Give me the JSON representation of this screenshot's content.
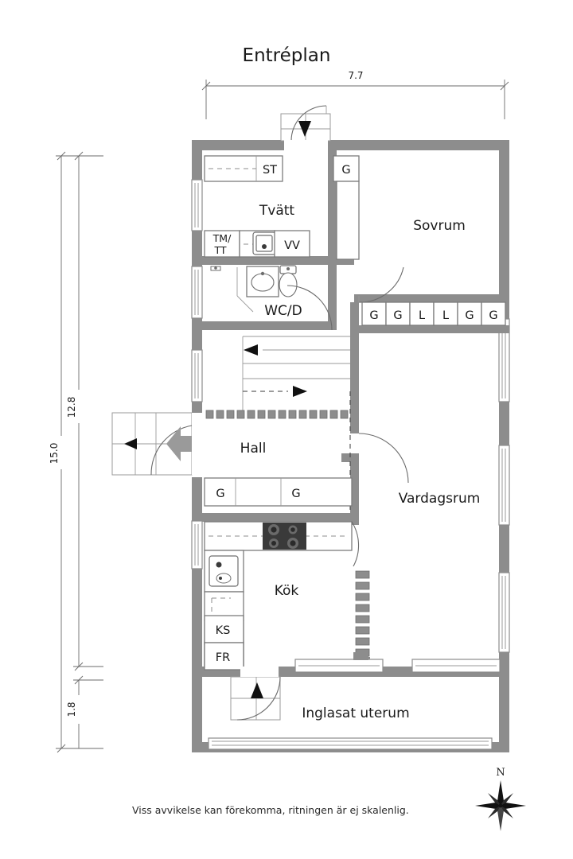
{
  "title": "Entréplan",
  "footer_note": "Viss avvikelse kan förekomma, ritningen är ej skalenlig.",
  "compass": {
    "north_label": "N",
    "icon": "compass-rose-icon"
  },
  "dimensions": {
    "top_width": "7.7",
    "left_total": "15.0",
    "left_upper": "12.8",
    "left_lower": "1.8"
  },
  "rooms": [
    {
      "key": "tvatt",
      "label": "Tvätt"
    },
    {
      "key": "sovrum",
      "label": "Sovrum"
    },
    {
      "key": "wcd",
      "label": "WC/D"
    },
    {
      "key": "hall",
      "label": "Hall"
    },
    {
      "key": "vardagsrum",
      "label": "Vardagsrum"
    },
    {
      "key": "kok",
      "label": "Kök"
    },
    {
      "key": "uterum",
      "label": "Inglasat uterum"
    }
  ],
  "fixtures": {
    "storage_tvatt": "ST",
    "closet_tvatt_right": "G",
    "washer_dryer": "TM/\nTT",
    "washer_line1": "TM/",
    "washer_line2": "TT",
    "water_heater": "VV",
    "dishwasher": "KS",
    "fridge": "FR"
  },
  "closet_row_sovrum": [
    "G",
    "G",
    "L",
    "L",
    "G",
    "G"
  ],
  "closet_row_hall": [
    "G",
    "G"
  ],
  "colors": {
    "wall": "#8d8d8d",
    "text": "#1a1a1a",
    "line": "#6b6b6b",
    "arrow": "#111111",
    "entry_arrow": "#9a9a9a",
    "background": "#ffffff"
  },
  "icons": {
    "stairs_up_arrow": "arrow-left-icon",
    "stairs_down_arrow": "arrow-right-icon",
    "entry_door_arrow_top": "arrow-down-icon",
    "entry_door_arrow_bottom": "arrow-up-icon",
    "entry_marker": "entry-arrow-icon",
    "sink": "sink-icon",
    "toilet": "toilet-icon",
    "stove": "stove-icon",
    "kitchen_sink": "kitchen-sink-icon"
  }
}
